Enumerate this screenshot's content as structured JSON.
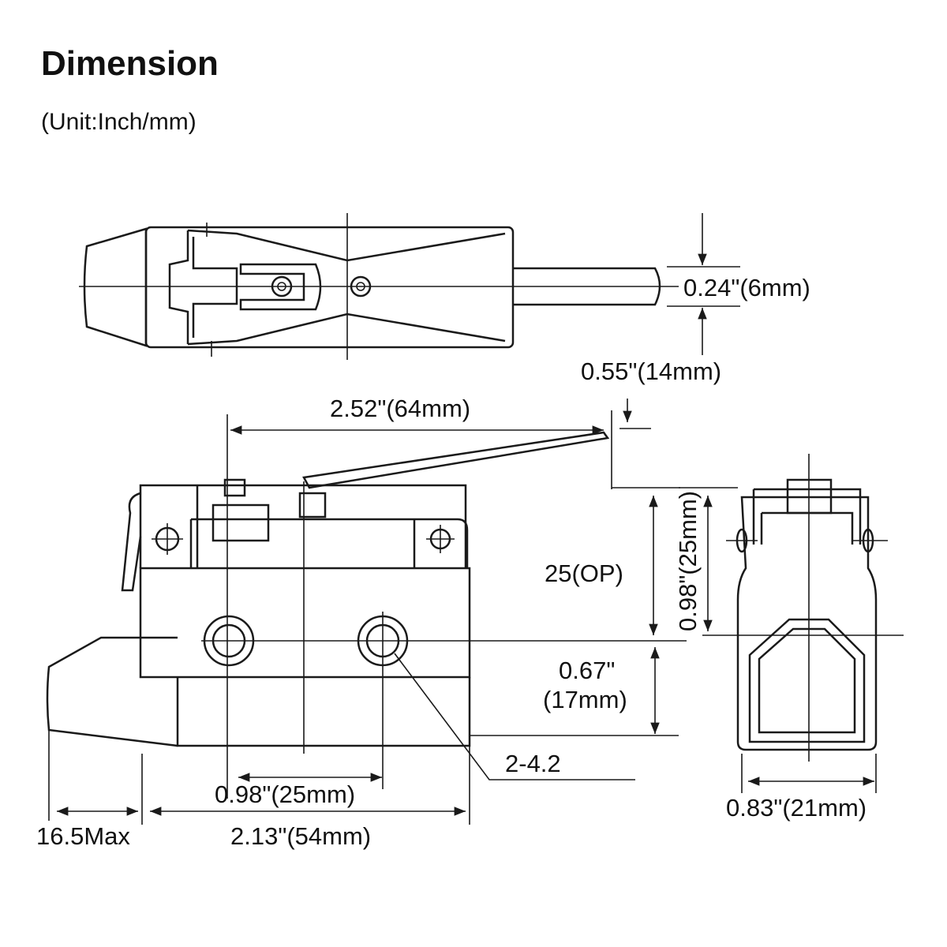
{
  "header": {
    "title": "Dimension",
    "unit": "(Unit:Inch/mm)"
  },
  "dimensions": {
    "rod_diameter": "0.24\"(6mm)",
    "lever_offset": "0.55\"(14mm)",
    "lever_length": "2.52\"(64mm)",
    "operating_position": "25(OP)",
    "height_side": "0.98\"(25mm)",
    "mount_height_in": "0.67\"",
    "mount_height_mm": "(17mm)",
    "mount_holes": "2-4.2",
    "hole_spacing": "0.98\"(25mm)",
    "plunger_max": "16.5Max",
    "body_length": "2.13\"(54mm)",
    "body_width": "0.83\"(21mm)"
  }
}
